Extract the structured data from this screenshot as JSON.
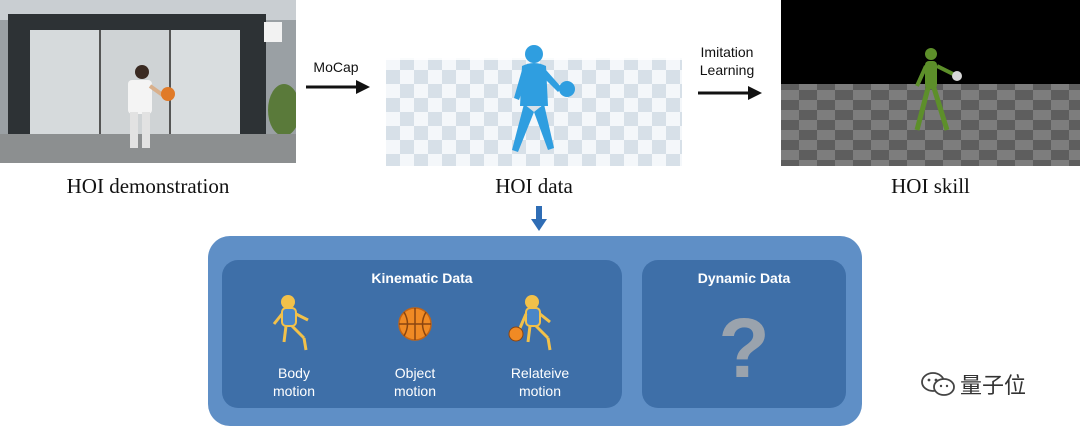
{
  "top": {
    "captions": {
      "demonstration": "HOI demonstration",
      "data": "HOI data",
      "skill": "HOI skill"
    },
    "arrows": {
      "mocap": "MoCap",
      "imitation_line1": "Imitation",
      "imitation_line2": "Learning"
    }
  },
  "diagram": {
    "kinematic": {
      "title": "Kinematic Data",
      "items": [
        {
          "line1": "Body",
          "line2": "motion"
        },
        {
          "line1": "Object",
          "line2": "motion"
        },
        {
          "line1": "Relateive",
          "line2": "motion"
        }
      ]
    },
    "dynamic": {
      "title": "Dynamic Data",
      "symbol": "?"
    }
  },
  "watermark": "量子位",
  "colors": {
    "outer_box": "#5f8fc6",
    "inner_box": "#3e6fa8",
    "arrow_blue": "#2f6db5",
    "figure_blue": "#2f9ee0",
    "figure_green": "#5d8f2a",
    "ball_orange": "#f08a24"
  }
}
